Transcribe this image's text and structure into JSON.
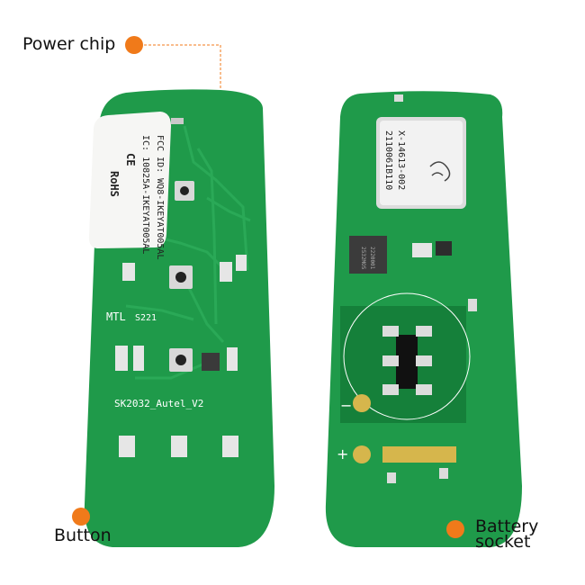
{
  "colors": {
    "pcb": "#1f9a4a",
    "pcb_dark": "#15803a",
    "pcb_trace": "#2aa957",
    "silk": "#ffffff",
    "callout": "#f07a1a",
    "label": "#111111"
  },
  "callouts": {
    "power_chip": "Power chip",
    "button": "Button",
    "battery_socket_line1": "Battery",
    "battery_socket_line2": "socket"
  },
  "left_board": {
    "sticker_lines": [
      "FCC ID: WQ8-IKEYAT005AL",
      "IC: 10825A-IKEYAT005AL",
      "CE",
      "RoHS"
    ],
    "silk_mtl": "MTL",
    "silk_num": "S221",
    "silk_model": "SK2032_Autel_V2"
  },
  "right_board": {
    "shield_line1": "X-14613-002",
    "shield_line2": "2110061B110",
    "chip_line1": "2532MOS",
    "chip_line2": "2220001",
    "silk_minus": "−",
    "silk_plus": "+"
  }
}
